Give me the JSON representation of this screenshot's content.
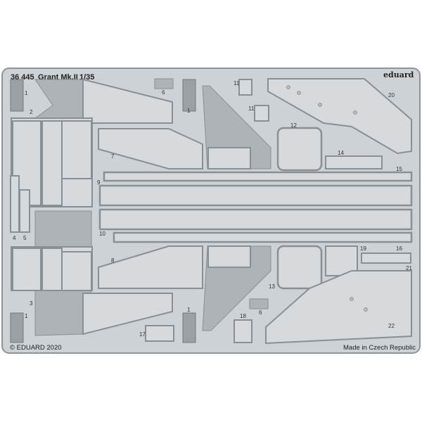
{
  "header": {
    "code": "36 445",
    "title": "Grant Mk.II",
    "scale": "1/35"
  },
  "brand": "eduard",
  "footer": {
    "copyright": "© EDUARD 2020",
    "origin": "Made in Czech Republic"
  },
  "parts": {
    "p1": "1",
    "p2": "2",
    "p3": "3",
    "p4": "4",
    "p5": "5",
    "p6": "6",
    "p7": "7",
    "p8": "8",
    "p9": "9",
    "p10": "10",
    "p11": "11",
    "p12": "12",
    "p13": "13",
    "p14": "14",
    "p15": "15",
    "p16": "16",
    "p17": "17",
    "p18": "18",
    "p19": "19",
    "p20": "20",
    "p21": "21",
    "p22": "22"
  },
  "colors": {
    "fret": "#cdd2d6",
    "outline": "#8a8f93",
    "relief": "#aeb3b7"
  }
}
